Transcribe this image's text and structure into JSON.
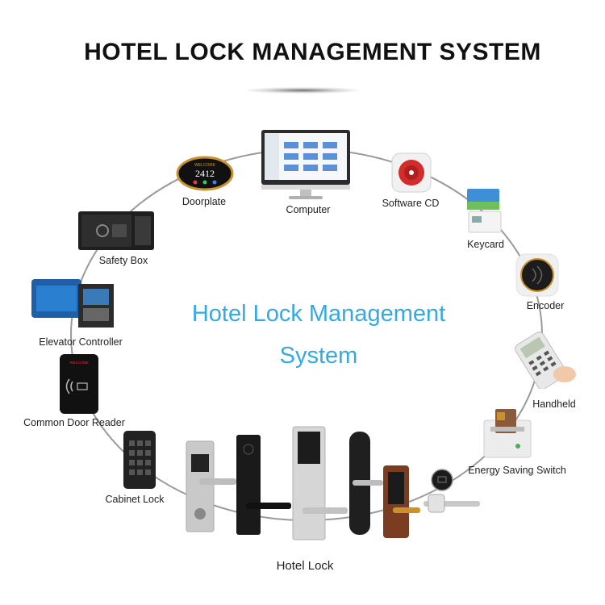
{
  "title": "HOTEL LOCK MANAGEMENT SYSTEM",
  "center": {
    "line1": "Hotel Lock Management",
    "line2": "System"
  },
  "doorplate_display": {
    "top": "WELCOME",
    "number": "2412"
  },
  "door_reader_display": "WELCOME",
  "labels": {
    "computer": "Computer",
    "doorplate": "Doorplate",
    "software_cd": "Software CD",
    "safety_box": "Safety Box",
    "keycard": "Keycard",
    "elevator": "Elevator Controller",
    "encoder": "Encoder",
    "door_reader": "Common Door Reader",
    "handheld": "Handheld",
    "energy": "Energy Saving Switch",
    "cabinet": "Cabinet Lock",
    "hotel_lock": "Hotel Lock"
  },
  "colors": {
    "accent": "#36a9e1",
    "ring": "#9a9a9a",
    "doorplate_gold": "#c9922e",
    "cd_red": "#d42b2b"
  }
}
